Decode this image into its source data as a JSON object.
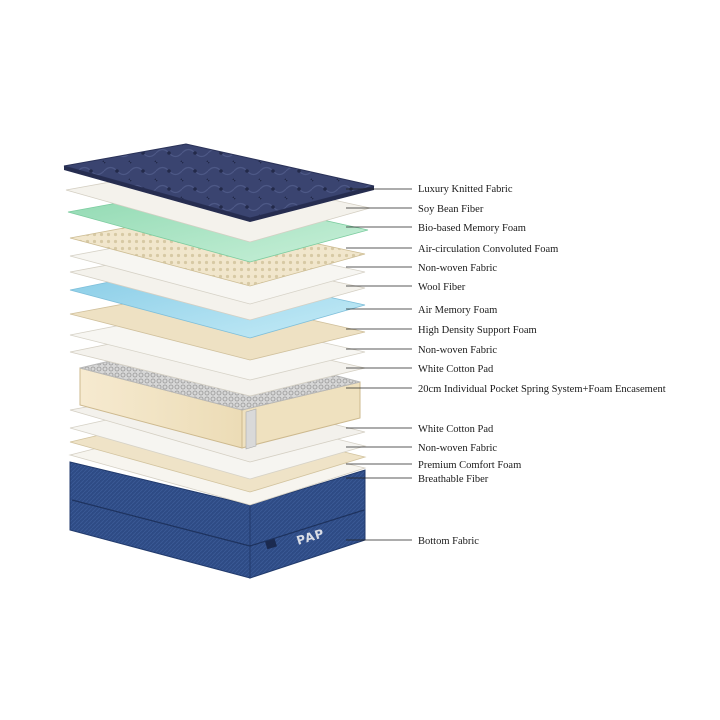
{
  "diagram": {
    "layers": [
      {
        "label": "Luxury Knitted Fabric",
        "color": "#36406a"
      },
      {
        "label": "Soy Bean Fiber",
        "color": "#f3f1ea"
      },
      {
        "label": "Bio-based Memory Foam",
        "color": "#9fe0bd"
      },
      {
        "label": "Air-circulation Convoluted Foam",
        "color": "#f1e8d2"
      },
      {
        "label": "Non-woven Fabric",
        "color": "#f4f3ef"
      },
      {
        "label": "Wool Fiber",
        "color": "#f2f0ea"
      },
      {
        "label": "Air Memory Foam",
        "color": "#9fd8ec"
      },
      {
        "label": "High Density Support Foam",
        "color": "#f1e7cf"
      },
      {
        "label": "Non-woven Fabric",
        "color": "#f4f3ef"
      },
      {
        "label": "White Cotton Pad",
        "color": "#f2f0ea"
      },
      {
        "label": "20cm Individual Pocket Spring System+Foam Encasement",
        "color": "#f3e6c6"
      },
      {
        "label": "White Cotton Pad",
        "color": "#f2f0ea"
      },
      {
        "label": "Non-woven Fabric",
        "color": "#f4f3ef"
      },
      {
        "label": "Premium Comfort Foam",
        "color": "#f1e7cf"
      },
      {
        "label": "Breathable Fiber",
        "color": "#f2f0ea"
      },
      {
        "label": "Bottom Fabric",
        "color": "#2f4e8a"
      }
    ],
    "base_logo": "PAP"
  }
}
